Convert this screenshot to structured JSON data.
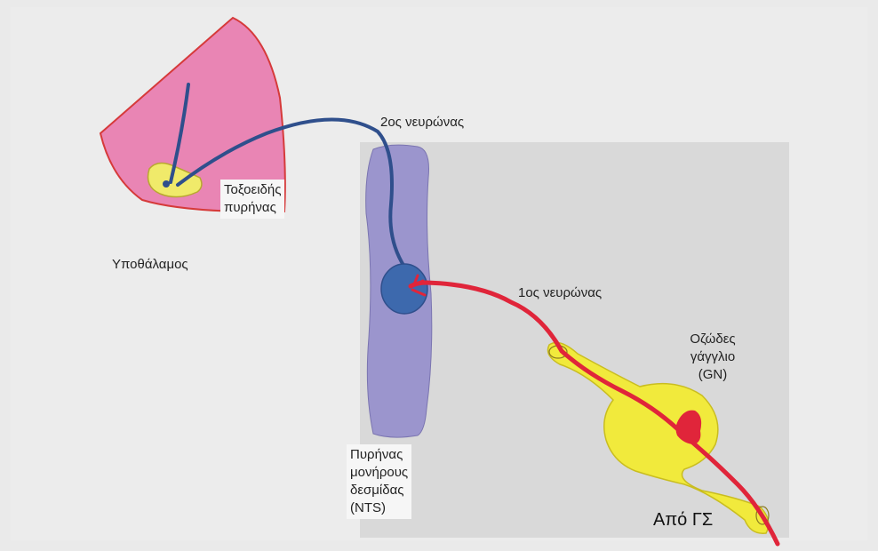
{
  "figure": {
    "labels": {
      "second_neuron": "2ος νευρώνας",
      "arcuate_nucleus": "Τοξοειδής\nπυρήνας",
      "hypothalamus": "Υποθάλαμος",
      "first_neuron": "1ος νευρώνας",
      "nodose_ganglion": "Οζώδες\nγάγγλιο\n(GN)",
      "nts": "Πυρήνας\nμονήρους\nδεσμίδας\n(NTS)",
      "from_gi": "Από ΓΣ"
    },
    "colors": {
      "background": "#eaeaea",
      "brainstem_panel": "#d9d9d9",
      "hypothalamus_fill": "#e985b4",
      "hypothalamus_outline": "#d63a3a",
      "arcuate_fill": "#f0ea6a",
      "nts_column": "#9b95cd",
      "second_neuron": "#3d69ad",
      "first_neuron": "#e0253a",
      "ganglion": "#f1ea3c"
    }
  }
}
